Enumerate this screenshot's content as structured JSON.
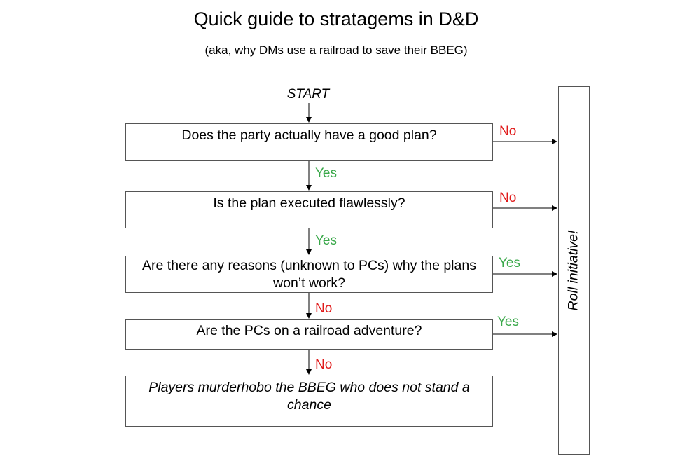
{
  "title": "Quick guide to stratagems in D&D",
  "subtitle": "(aka, why DMs use a railroad to save their BBEG)",
  "start": "START",
  "questions": [
    {
      "text": "Does the party actually have a good plan?",
      "side_label": "No"
    },
    {
      "text": "Is the plan executed flawlessly?",
      "side_label": "No"
    },
    {
      "text": "Are there any reasons (unknown to PCs) why the plans won’t work?",
      "side_label": "Yes"
    },
    {
      "text": "Are the PCs on a railroad adventure?",
      "side_label": "Yes"
    }
  ],
  "down_labels": [
    "Yes",
    "Yes",
    "No",
    "No"
  ],
  "outcome": "Players murderhobo  the BBEG who does not stand a chance",
  "side_box": "Roll initiative!",
  "colors": {
    "yes": "#3aa84a",
    "no": "#e01a1a",
    "border": "#555555"
  }
}
